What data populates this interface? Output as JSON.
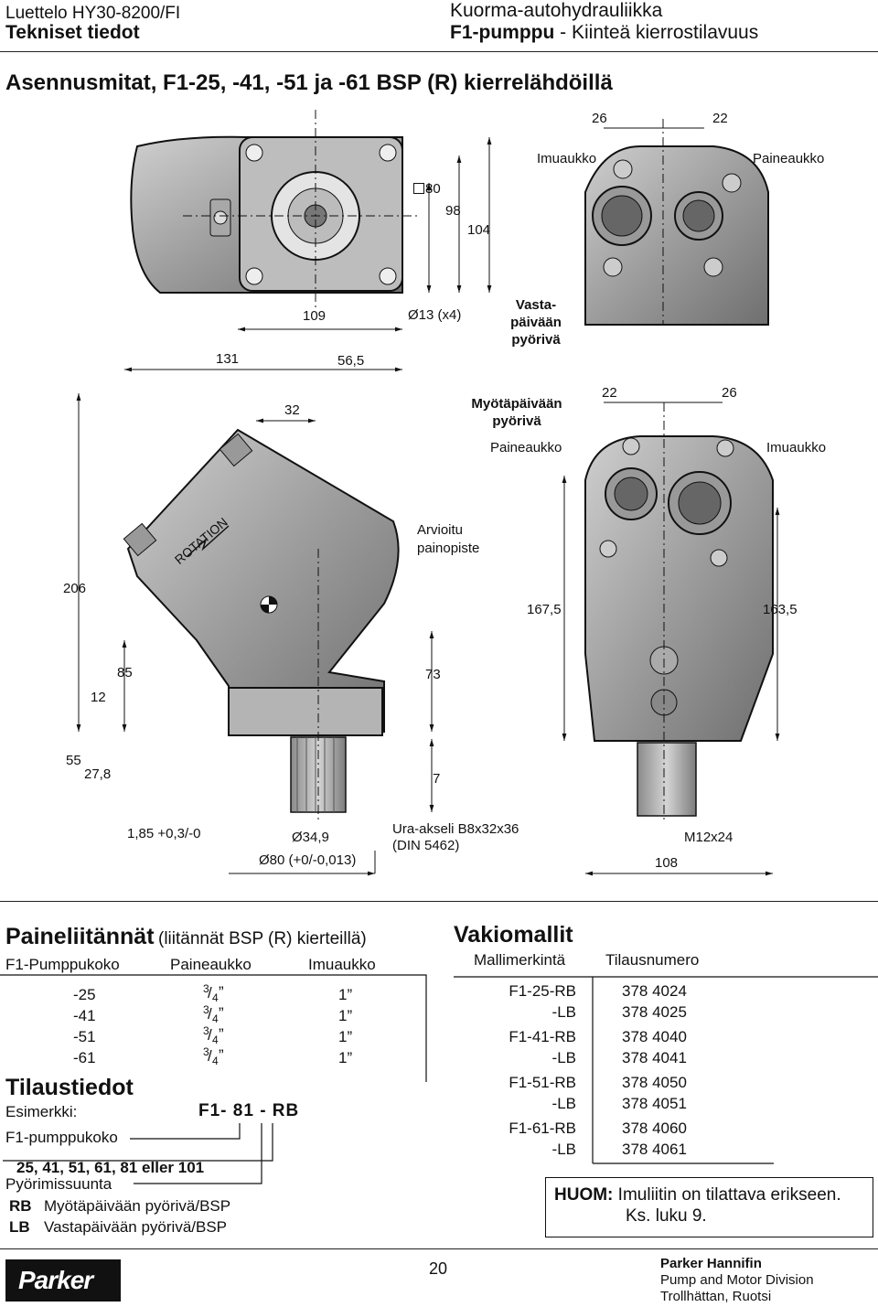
{
  "header": {
    "catalog": "Luettelo HY30-8200/FI",
    "section": "Tekniset tiedot",
    "category": "Kuorma-autohydrauliikka",
    "product_bold": "F1-pumppu",
    "product_rest": " - Kiinteä kierrostilavuus"
  },
  "drawing": {
    "title": "Asennusmitat, F1-25, -41, -51 ja -61 BSP (R) kierrelähdöillä",
    "dims": {
      "d26a": "26",
      "d22a": "22",
      "d80sq": "80",
      "d98": "98",
      "d104": "104",
      "d109": "109",
      "d131": "131",
      "d56_5": "56,5",
      "d13x4": "Ø13 (x4)",
      "d32": "32",
      "d22b": "22",
      "d26b": "26",
      "d206": "206",
      "d167_5": "167,5",
      "d163_5": "163,5",
      "d85": "85",
      "d12": "12",
      "d73": "73",
      "d55": "55",
      "d27_8": "27,8",
      "d7": "7",
      "d1_85": "1,85 +0,3/-0",
      "d34_9": "Ø34,9",
      "d80_tol": "Ø80 (+0/-0,013)",
      "m12": "M12x24",
      "d108": "108"
    },
    "labels": {
      "imu_top": "Imuaukko",
      "paine_top": "Paineaukko",
      "ccw_1": "Vasta-",
      "ccw_2": "päivään",
      "ccw_3": "pyörivä",
      "cw_1": "Myötäpäivään",
      "cw_2": "pyörivä",
      "paine_bottom": "Paineaukko",
      "imu_bottom": "Imuaukko",
      "cog_1": "Arvioitu",
      "cog_2": "painopiste",
      "rotation": "ROTATION",
      "shaft_1": "Ura-akseli B8x32x36",
      "shaft_2": "(DIN 5462)"
    }
  },
  "connections": {
    "title": "Paineliitännät",
    "subtitle": "(liitännät BSP (R) kierteillä)",
    "columns": [
      "F1-Pumppukoko",
      "Paineaukko",
      "Imuaukko"
    ],
    "rows": [
      {
        "size": "-25",
        "pressure_num": "3",
        "pressure_den": "4",
        "inlet": "1”"
      },
      {
        "size": "-41",
        "pressure_num": "3",
        "pressure_den": "4",
        "inlet": "1”"
      },
      {
        "size": "-51",
        "pressure_num": "3",
        "pressure_den": "4",
        "inlet": "1”"
      },
      {
        "size": "-61",
        "pressure_num": "3",
        "pressure_den": "4",
        "inlet": "1”"
      }
    ]
  },
  "ordering": {
    "title": "Tilaustiedot",
    "example_label": "Esimerkki:",
    "example_code": "F1- 81 - RB",
    "size_label": "F1-pumppukoko",
    "sizes": "25, 41, 51, 61, 81 eller 101",
    "rotation_label": "Pyörimissuunta",
    "rb_code": "RB",
    "rb_text": "Myötäpäivään pyörivä/BSP",
    "lb_code": "LB",
    "lb_text": "Vastapäivään pyörivä/BSP"
  },
  "standard_models": {
    "title": "Vakiomallit",
    "columns": [
      "Mallimerkintä",
      "Tilausnumero"
    ],
    "rows": [
      {
        "model": "F1-25-RB",
        "order": "378 4024"
      },
      {
        "model": "-LB",
        "order": "378 4025"
      },
      {
        "model": "F1-41-RB",
        "order": "378 4040"
      },
      {
        "model": "-LB",
        "order": "378 4041"
      },
      {
        "model": "F1-51-RB",
        "order": "378 4050"
      },
      {
        "model": "-LB",
        "order": "378 4051"
      },
      {
        "model": "F1-61-RB",
        "order": "378 4060"
      },
      {
        "model": "-LB",
        "order": "378 4061"
      }
    ]
  },
  "note": {
    "label": "HUOM:",
    "text1": "Imuliitin on tilattava erikseen.",
    "text2": "Ks. luku 9."
  },
  "footer": {
    "logo": "Parker",
    "page": "20",
    "company": "Parker Hannifin",
    "division": "Pump and Motor Division",
    "location": "Trollhättan, Ruotsi"
  }
}
